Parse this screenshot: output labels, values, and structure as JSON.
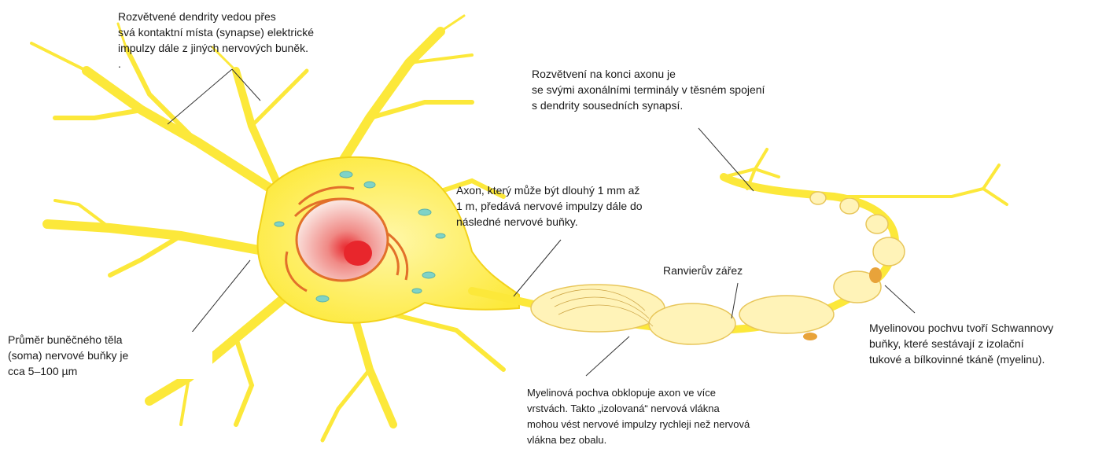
{
  "labels": {
    "dendrites": "Rozvětvené dendrity vedou přes\nsvá kontaktní místa (synapse) elektrické\nimpulzy dále z jiných nervových buněk.\n.",
    "axon_terminal": "Rozvětvení na konci axonu je\nse svými axonálními terminály v těsném spojení\ns dendrity sousedních synapsí.",
    "axon": "Axon, který může být dlouhý 1 mm až\n1 m, předává nervové impulzy dále do\nnásledné nervové buňky.",
    "ranvier": "Ranvierův zářez",
    "soma": "Průměr buněčného těla\n(soma) nervové buňky je\ncca 5–100 µm",
    "schwann": "Myelinovou pochvu tvoří Schwannovy\nbuňky, které sestávají z izolační\ntukové a bílkovinné tkáně (myelinu).",
    "myelin": "Myelinová pochva obklopuje axon ve více\nvrstvách. Takto „izolovaná“ nervová vlákna\nmohou vést nervové impulzy rychleji než nervová\nvlákna bez obalu."
  },
  "colors": {
    "neuron_fill": "#fff04a",
    "neuron_edge": "#f2d21a",
    "myelin_fill": "#fff3b8",
    "myelin_edge": "#e8c65a",
    "nucleus": "#f6c9c4",
    "nucleolus": "#e8262c",
    "golgi": "#e2702a",
    "vesicle": "#7fd3c7",
    "leader_line": "#333333"
  }
}
